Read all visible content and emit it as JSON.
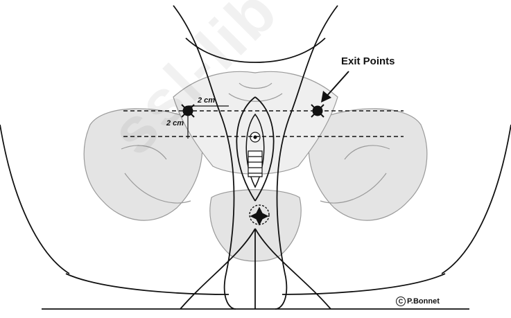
{
  "labels": {
    "exit_points": "Exit Points",
    "distance_horizontal": "2 cm",
    "distance_vertical": "2 cm",
    "credit_symbol": "C",
    "credit_name": "P.Bonnet"
  },
  "watermark": "ssl-lib",
  "colors": {
    "line": "#111111",
    "pelvis_fill": "#e4e4e4",
    "pelvis_stroke": "#9a9a9a",
    "background": "#ffffff"
  }
}
